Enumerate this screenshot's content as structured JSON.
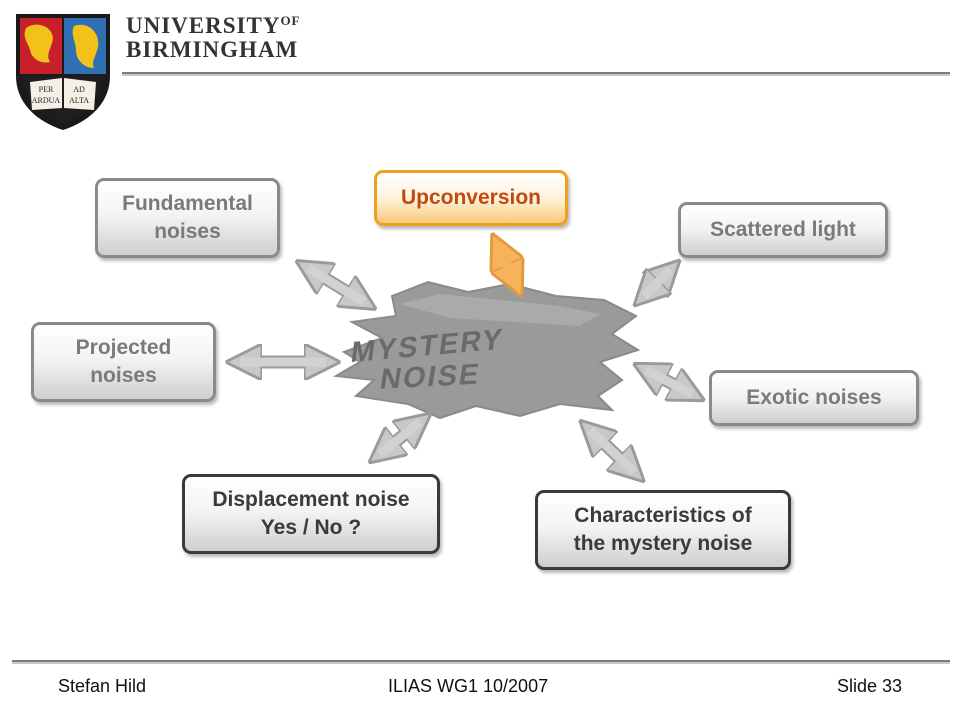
{
  "header": {
    "university_line1": "UNIVERSITY",
    "university_of": "OF",
    "university_line2": "BIRMINGHAM",
    "crest_text": [
      "PER",
      "AD",
      "ARDUA",
      "ALTA"
    ]
  },
  "diagram": {
    "center_label": [
      "MYSTERY",
      "NOISE"
    ],
    "nodes": {
      "fundamental": [
        "Fundamental",
        "noises"
      ],
      "upconversion": [
        "Upconversion"
      ],
      "scattered": [
        "Scattered light"
      ],
      "projected": [
        "Projected",
        "noises"
      ],
      "exotic": [
        "Exotic noises"
      ],
      "displacement": [
        "Displacement noise",
        "Yes / No ?"
      ],
      "characteristics": [
        "Characteristics of",
        "the mystery noise"
      ]
    }
  },
  "footer": {
    "author": "Stefan Hild",
    "event": "ILIAS WG1 10/2007",
    "slide": "Slide 33"
  },
  "colors": {
    "box_border_grey": "#8a8a8a",
    "box_border_dark": "#3a3a3a",
    "upconversion_border": "#f0a020",
    "upconversion_text": "#c04a14",
    "arrow_grey": "#c8c8c8",
    "arrow_orange": "#f7b35a",
    "blob_grey": "#9a9a9a"
  }
}
